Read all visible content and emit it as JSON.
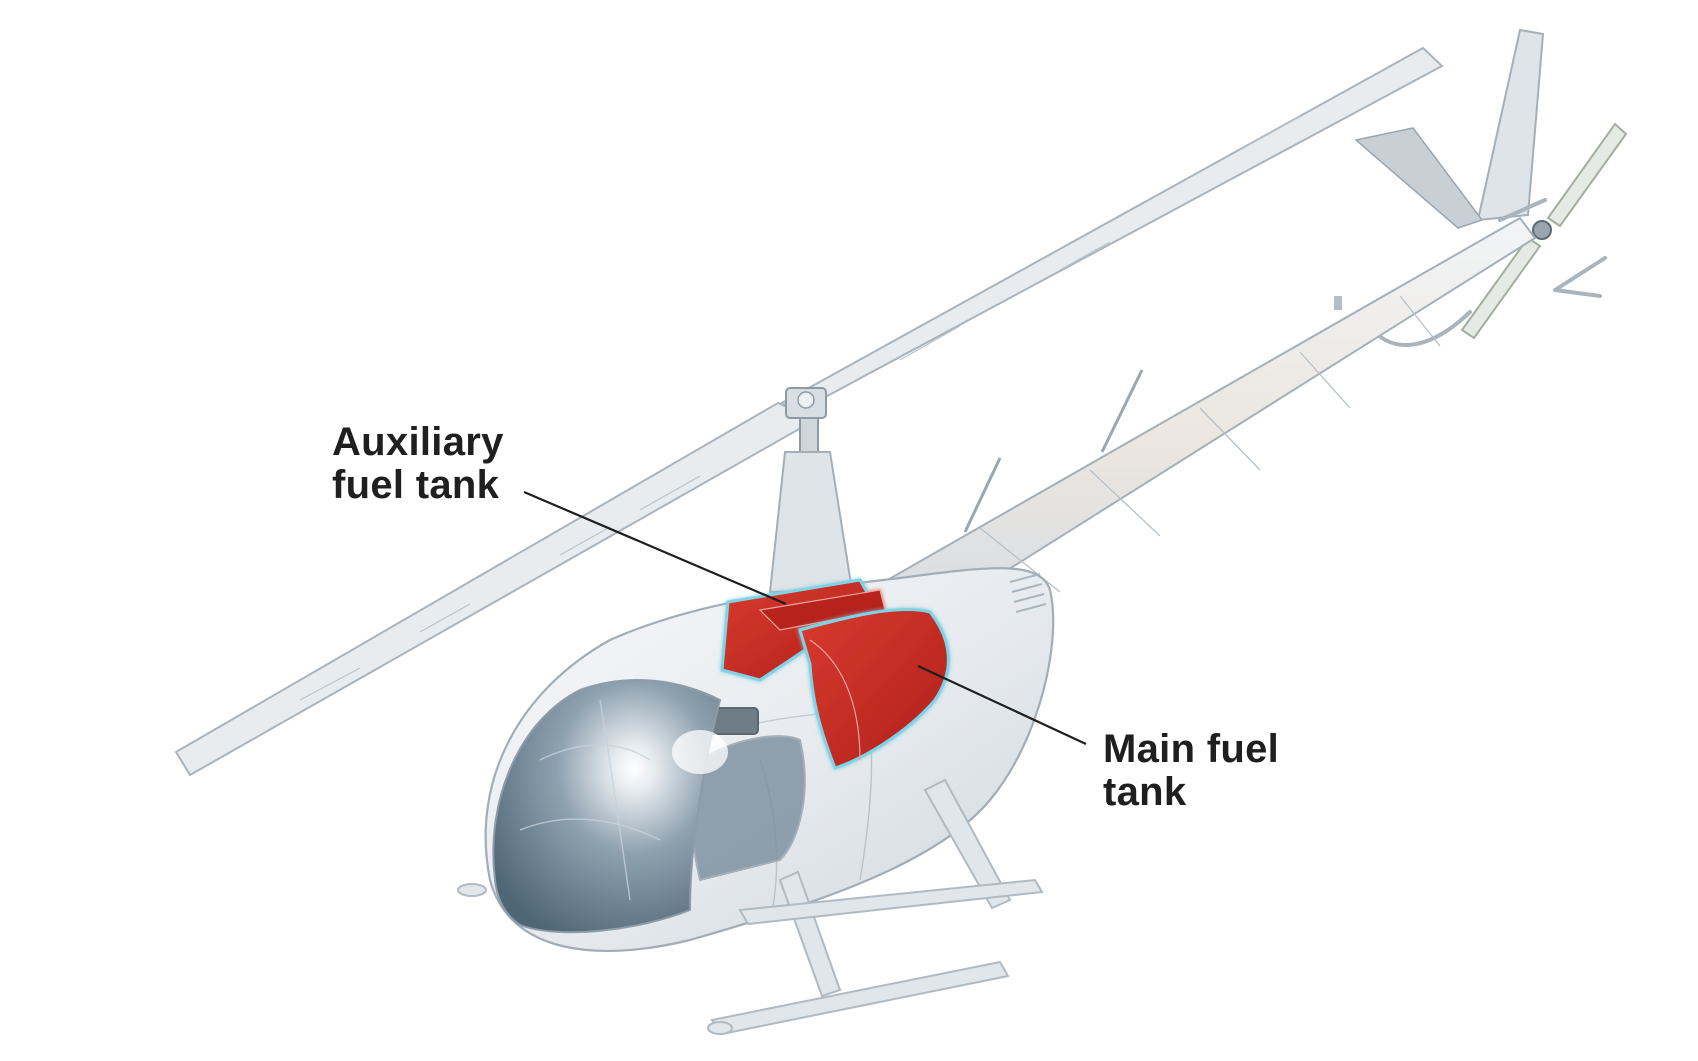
{
  "labels": {
    "auxiliary_tank": [
      "Auxiliary",
      "fuel tank"
    ],
    "main_tank": [
      "Main fuel",
      "tank"
    ]
  },
  "colors": {
    "background": "#ffffff",
    "fuel_tank": "#c8261f",
    "tank_outline": "#7fd3e6",
    "airframe_fill": "#e9edf1",
    "airframe_stroke": "#9aa6b1",
    "canopy": "#6e8596",
    "label_text": "#1f1f1f",
    "leader_line": "#1f1f1f"
  }
}
